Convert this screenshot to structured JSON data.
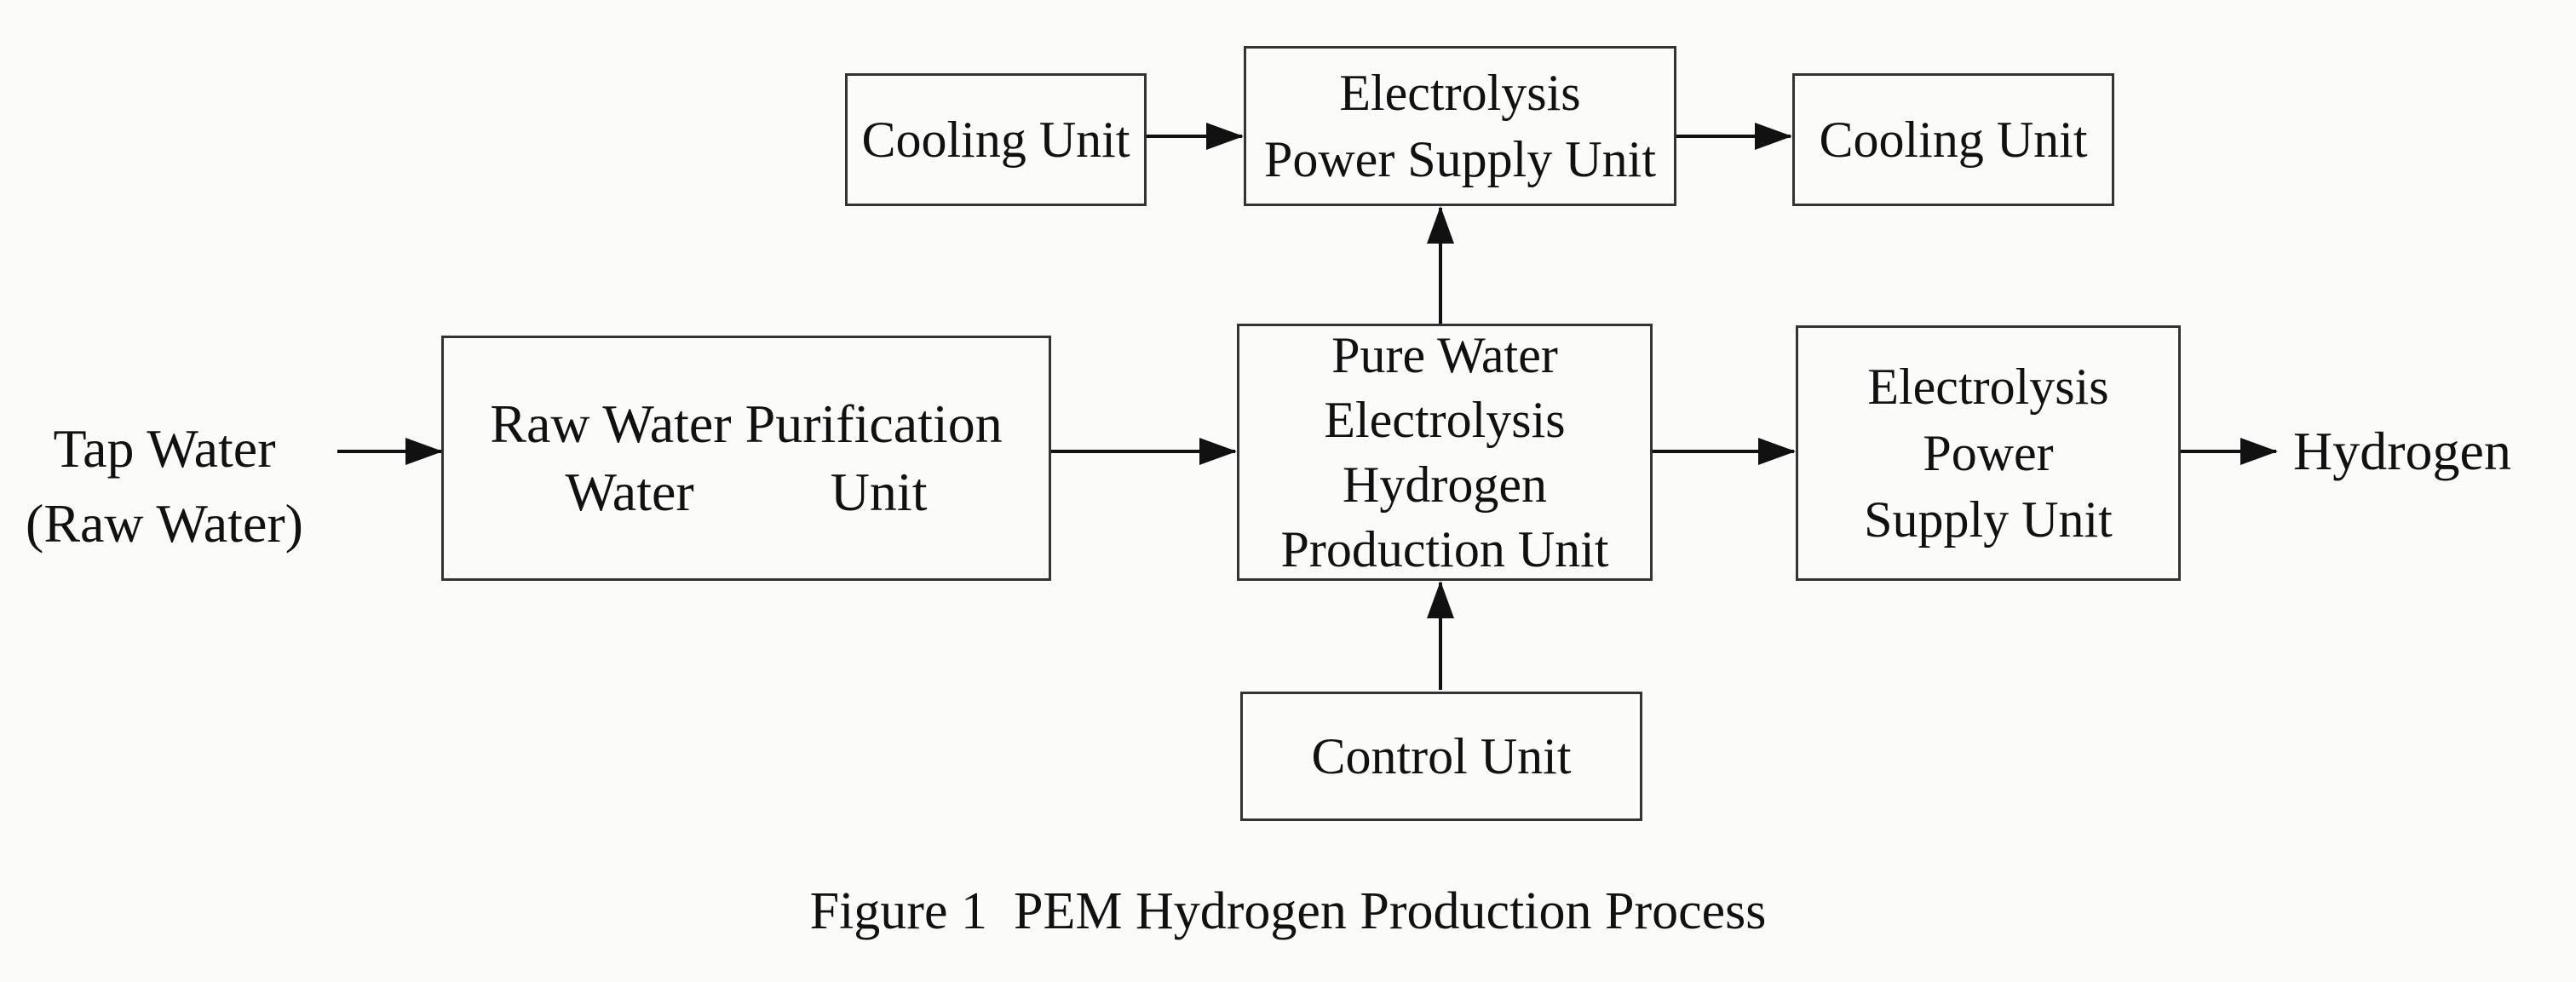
{
  "diagram": {
    "nodes": {
      "cooling_left": {
        "lines": [
          "Cooling Unit"
        ]
      },
      "power_top": {
        "lines": [
          "Electrolysis",
          "Power Supply Unit"
        ]
      },
      "cooling_right": {
        "lines": [
          "Cooling Unit"
        ]
      },
      "raw_water_purification": {
        "lines": [
          "Raw Water Purification",
          "Water          Unit"
        ]
      },
      "pure_water_electrolysis": {
        "lines": [
          "Pure Water",
          "Electrolysis",
          "Hydrogen",
          "Production Unit"
        ]
      },
      "power_right": {
        "lines": [
          "Electrolysis",
          "Power",
          "Supply Unit"
        ]
      },
      "control": {
        "lines": [
          "Control Unit"
        ]
      }
    },
    "terminals": {
      "input": {
        "lines": [
          "Tap Water",
          "(Raw Water)"
        ]
      },
      "output": {
        "label": "Hydrogen"
      }
    },
    "edges": [
      {
        "from": "input",
        "to": "raw_water_purification"
      },
      {
        "from": "raw_water_purification",
        "to": "pure_water_electrolysis"
      },
      {
        "from": "pure_water_electrolysis",
        "to": "power_right"
      },
      {
        "from": "power_right",
        "to": "output"
      },
      {
        "from": "pure_water_electrolysis",
        "to": "power_top"
      },
      {
        "from": "control",
        "to": "pure_water_electrolysis"
      },
      {
        "from": "cooling_left",
        "to": "power_top"
      },
      {
        "from": "power_top",
        "to": "cooling_right"
      }
    ],
    "caption": "Figure 1  PEM Hydrogen Production Process"
  },
  "colors": {
    "background": "#fbfbf9",
    "stroke": "#333333",
    "text": "#111111"
  }
}
